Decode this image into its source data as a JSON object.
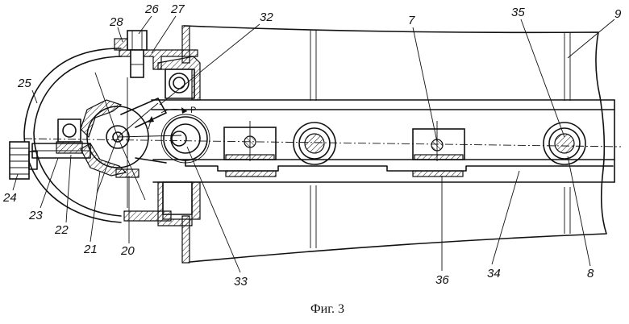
{
  "figure": {
    "caption": "Фиг. 3",
    "symbol_p": "P",
    "labels": {
      "l28": "28",
      "l26": "26",
      "l27": "27",
      "l32": "32",
      "l7": "7",
      "l35": "35",
      "l9": "9",
      "l25": "25",
      "l24": "24",
      "l23": "23",
      "l22": "22",
      "l21": "21",
      "l20": "20",
      "l33": "33",
      "l36": "36",
      "l34": "34",
      "l8": "8"
    }
  }
}
